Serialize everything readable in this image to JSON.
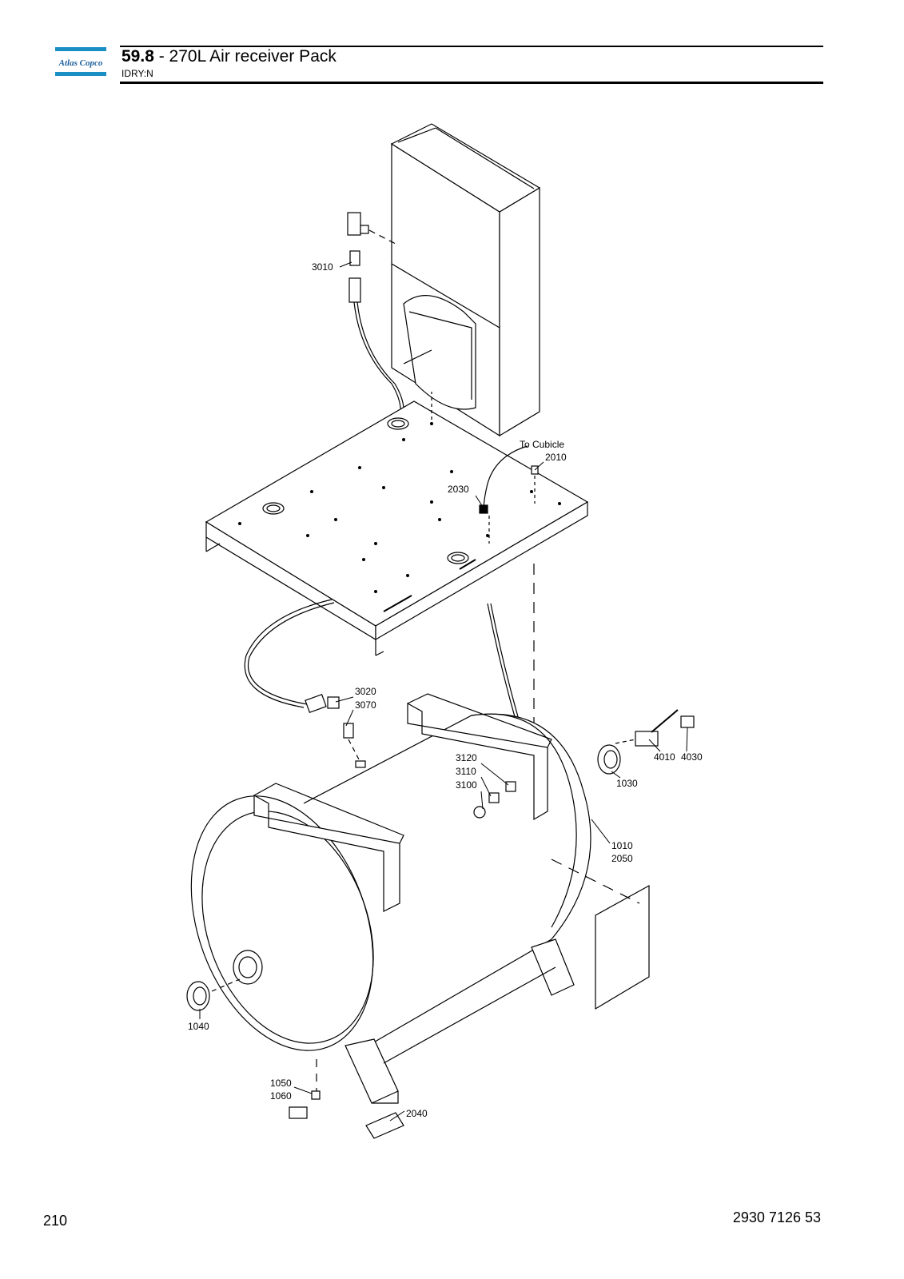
{
  "header": {
    "logo_text": "Atlas Copco",
    "section_number": "59.8",
    "separator": " - ",
    "section_title": "270L Air receiver Pack",
    "subtitle": "IDRY:N"
  },
  "drawing": {
    "labels": {
      "to_cubicle": "To Cubicle",
      "p2010": "2010",
      "p3010": "3010",
      "p2030": "2030",
      "p3020": "3020",
      "p3070": "3070",
      "p3120": "3120",
      "p3110": "3110",
      "p3100": "3100",
      "p4010": "4010",
      "p4030": "4030",
      "p1030": "1030",
      "p1010": "1010",
      "p2050": "2050",
      "p1040": "1040",
      "p1050": "1050",
      "p1060": "1060",
      "p2040": "2040"
    }
  },
  "footer": {
    "page_number": "210",
    "doc_number": "2930 7126 53"
  }
}
